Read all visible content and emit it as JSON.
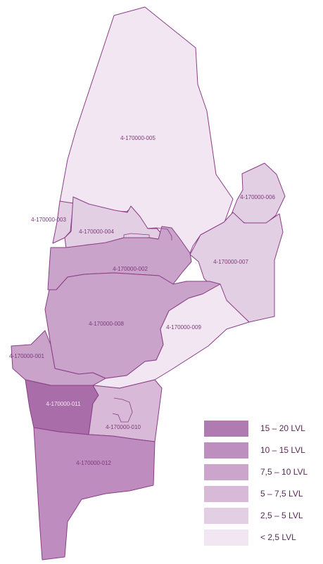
{
  "map": {
    "districts": [
      {
        "id": "4-170000-005",
        "class_index": 0
      },
      {
        "id": "4-170000-006",
        "class_index": 1
      },
      {
        "id": "4-170000-003",
        "class_index": 1
      },
      {
        "id": "4-170000-004",
        "class_index": 1
      },
      {
        "id": "4-170000-007",
        "class_index": 1
      },
      {
        "id": "4-170000-002",
        "class_index": 3
      },
      {
        "id": "4-170000-008",
        "class_index": 3
      },
      {
        "id": "4-170000-009",
        "class_index": 0
      },
      {
        "id": "4-170000-001",
        "class_index": 3
      },
      {
        "id": "4-170000-011",
        "class_index": 5
      },
      {
        "id": "4-170000-010",
        "class_index": 2
      },
      {
        "id": "4-170000-012",
        "class_index": 4
      }
    ]
  },
  "legend": {
    "items": [
      {
        "label": "15 – 20 LVL",
        "color": "#b07bb1"
      },
      {
        "label": "10 – 15 LVL",
        "color": "#bd8fbe"
      },
      {
        "label": "7,5 – 10 LVL",
        "color": "#cba5cb"
      },
      {
        "label": "5 – 7,5 LVL",
        "color": "#d8bad8"
      },
      {
        "label": "2,5 – 5 LVL",
        "color": "#e3cfe3"
      },
      {
        "label": "< 2,5 LVL",
        "color": "#f1e6f1"
      }
    ]
  },
  "fill_classes": [
    "#f1e6f1",
    "#e3cfe3",
    "#d8bad8",
    "#c9a3c9",
    "#bf8cbf",
    "#a96ea9"
  ]
}
